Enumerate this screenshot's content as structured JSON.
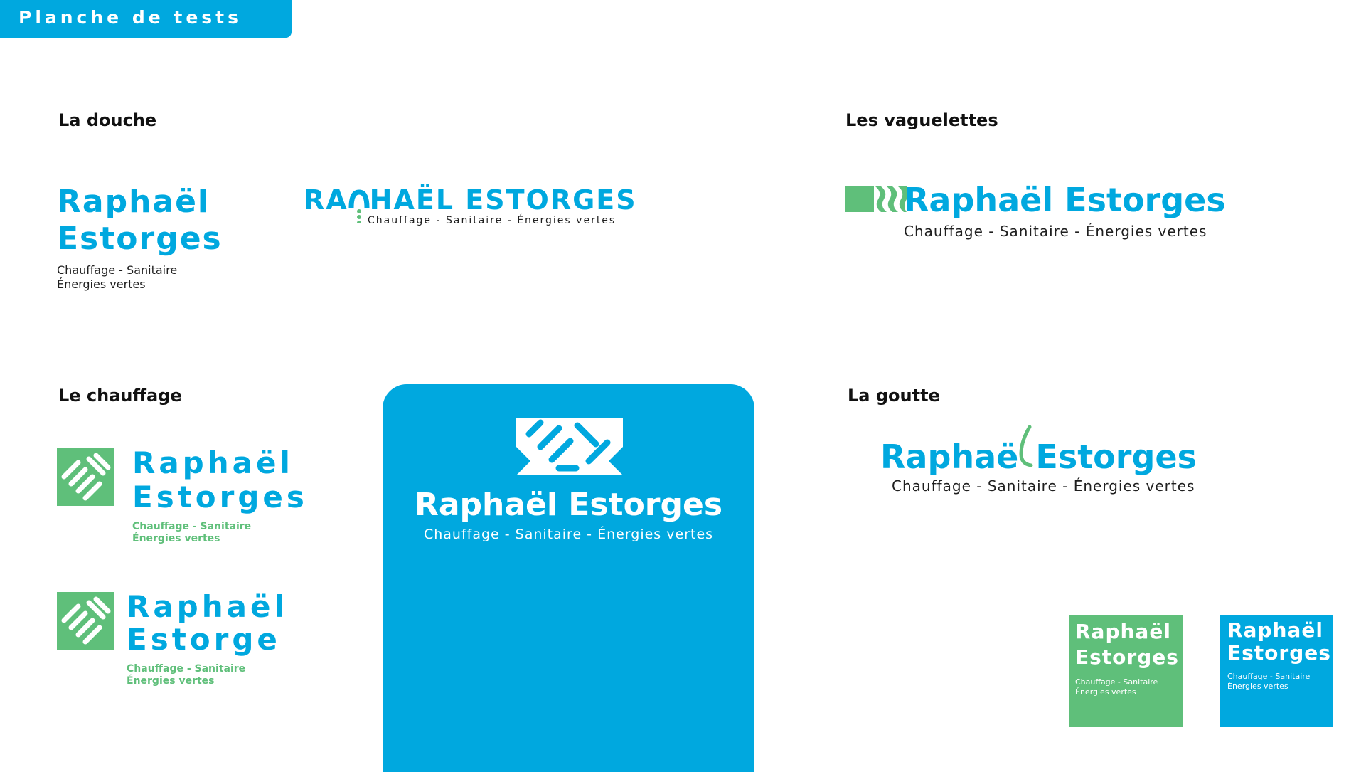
{
  "header": {
    "title": "Planche de tests"
  },
  "sections": {
    "douche": "La douche",
    "vaguelettes": "Les vaguelettes",
    "chauffage": "Le chauffage",
    "goutte": "La goutte"
  },
  "logos": {
    "douche_stacked": {
      "line1": "Raphaël",
      "line2": "Estorges",
      "tag1": "Chauffage - Sanitaire",
      "tag2": "Énergies vertes"
    },
    "douche_wide": {
      "name_a": "RA",
      "name_b": "HAËL ESTORGES",
      "tagline": "Chauffage - Sanitaire - Énergies vertes"
    },
    "vaguelettes": {
      "name": "Raphaël Estorges",
      "tagline": "Chauffage - Sanitaire - Énergies vertes"
    },
    "chauffage_1": {
      "line1": "Raphaël",
      "line2": "Estorges",
      "tag1": "Chauffage - Sanitaire",
      "tag2": "Énergies vertes"
    },
    "chauffage_2": {
      "line1": "Raphaël",
      "line2": "Estorge",
      "tag1": "Chauffage - Sanitaire",
      "tag2": "Énergies vertes"
    },
    "card": {
      "name": "Raphaël Estorges",
      "tagline": "Chauffage - Sanitaire - Énergies vertes"
    },
    "goutte": {
      "name_a": "Raphaë",
      "name_b": "Estorges",
      "tagline": "Chauffage - Sanitaire - Énergies vertes"
    },
    "square_green": {
      "line1": "Raphaël",
      "line2": "Estorges",
      "tag1": "Chauffage - Sanitaire",
      "tag2": "Énergies vertes"
    },
    "square_blue": {
      "line1": "Raphaël",
      "line2": "Estorges",
      "tag1": "Chauffage - Sanitaire",
      "tag2": "Énergies vertes"
    }
  },
  "colors": {
    "brand_blue": "#00a8df",
    "brand_green": "#5fbf7a",
    "text_dark": "#1f1f1f"
  },
  "icons": [
    "pipe-symbol-icon",
    "shower-drip-icon",
    "wave-bars-icon",
    "droplet-icon"
  ]
}
